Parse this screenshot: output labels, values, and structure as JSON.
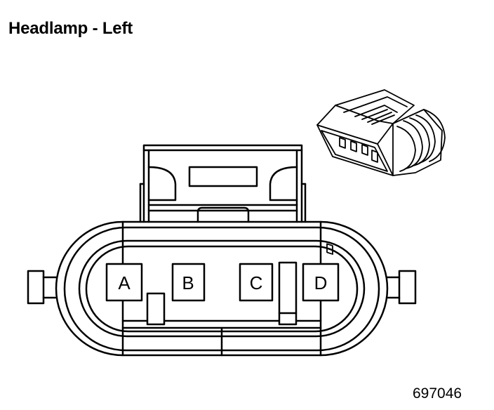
{
  "title": "Headlamp - Left",
  "figure_number": "697046",
  "pins": [
    {
      "label": "A"
    },
    {
      "label": "B"
    },
    {
      "label": "C"
    },
    {
      "label": "D"
    }
  ]
}
